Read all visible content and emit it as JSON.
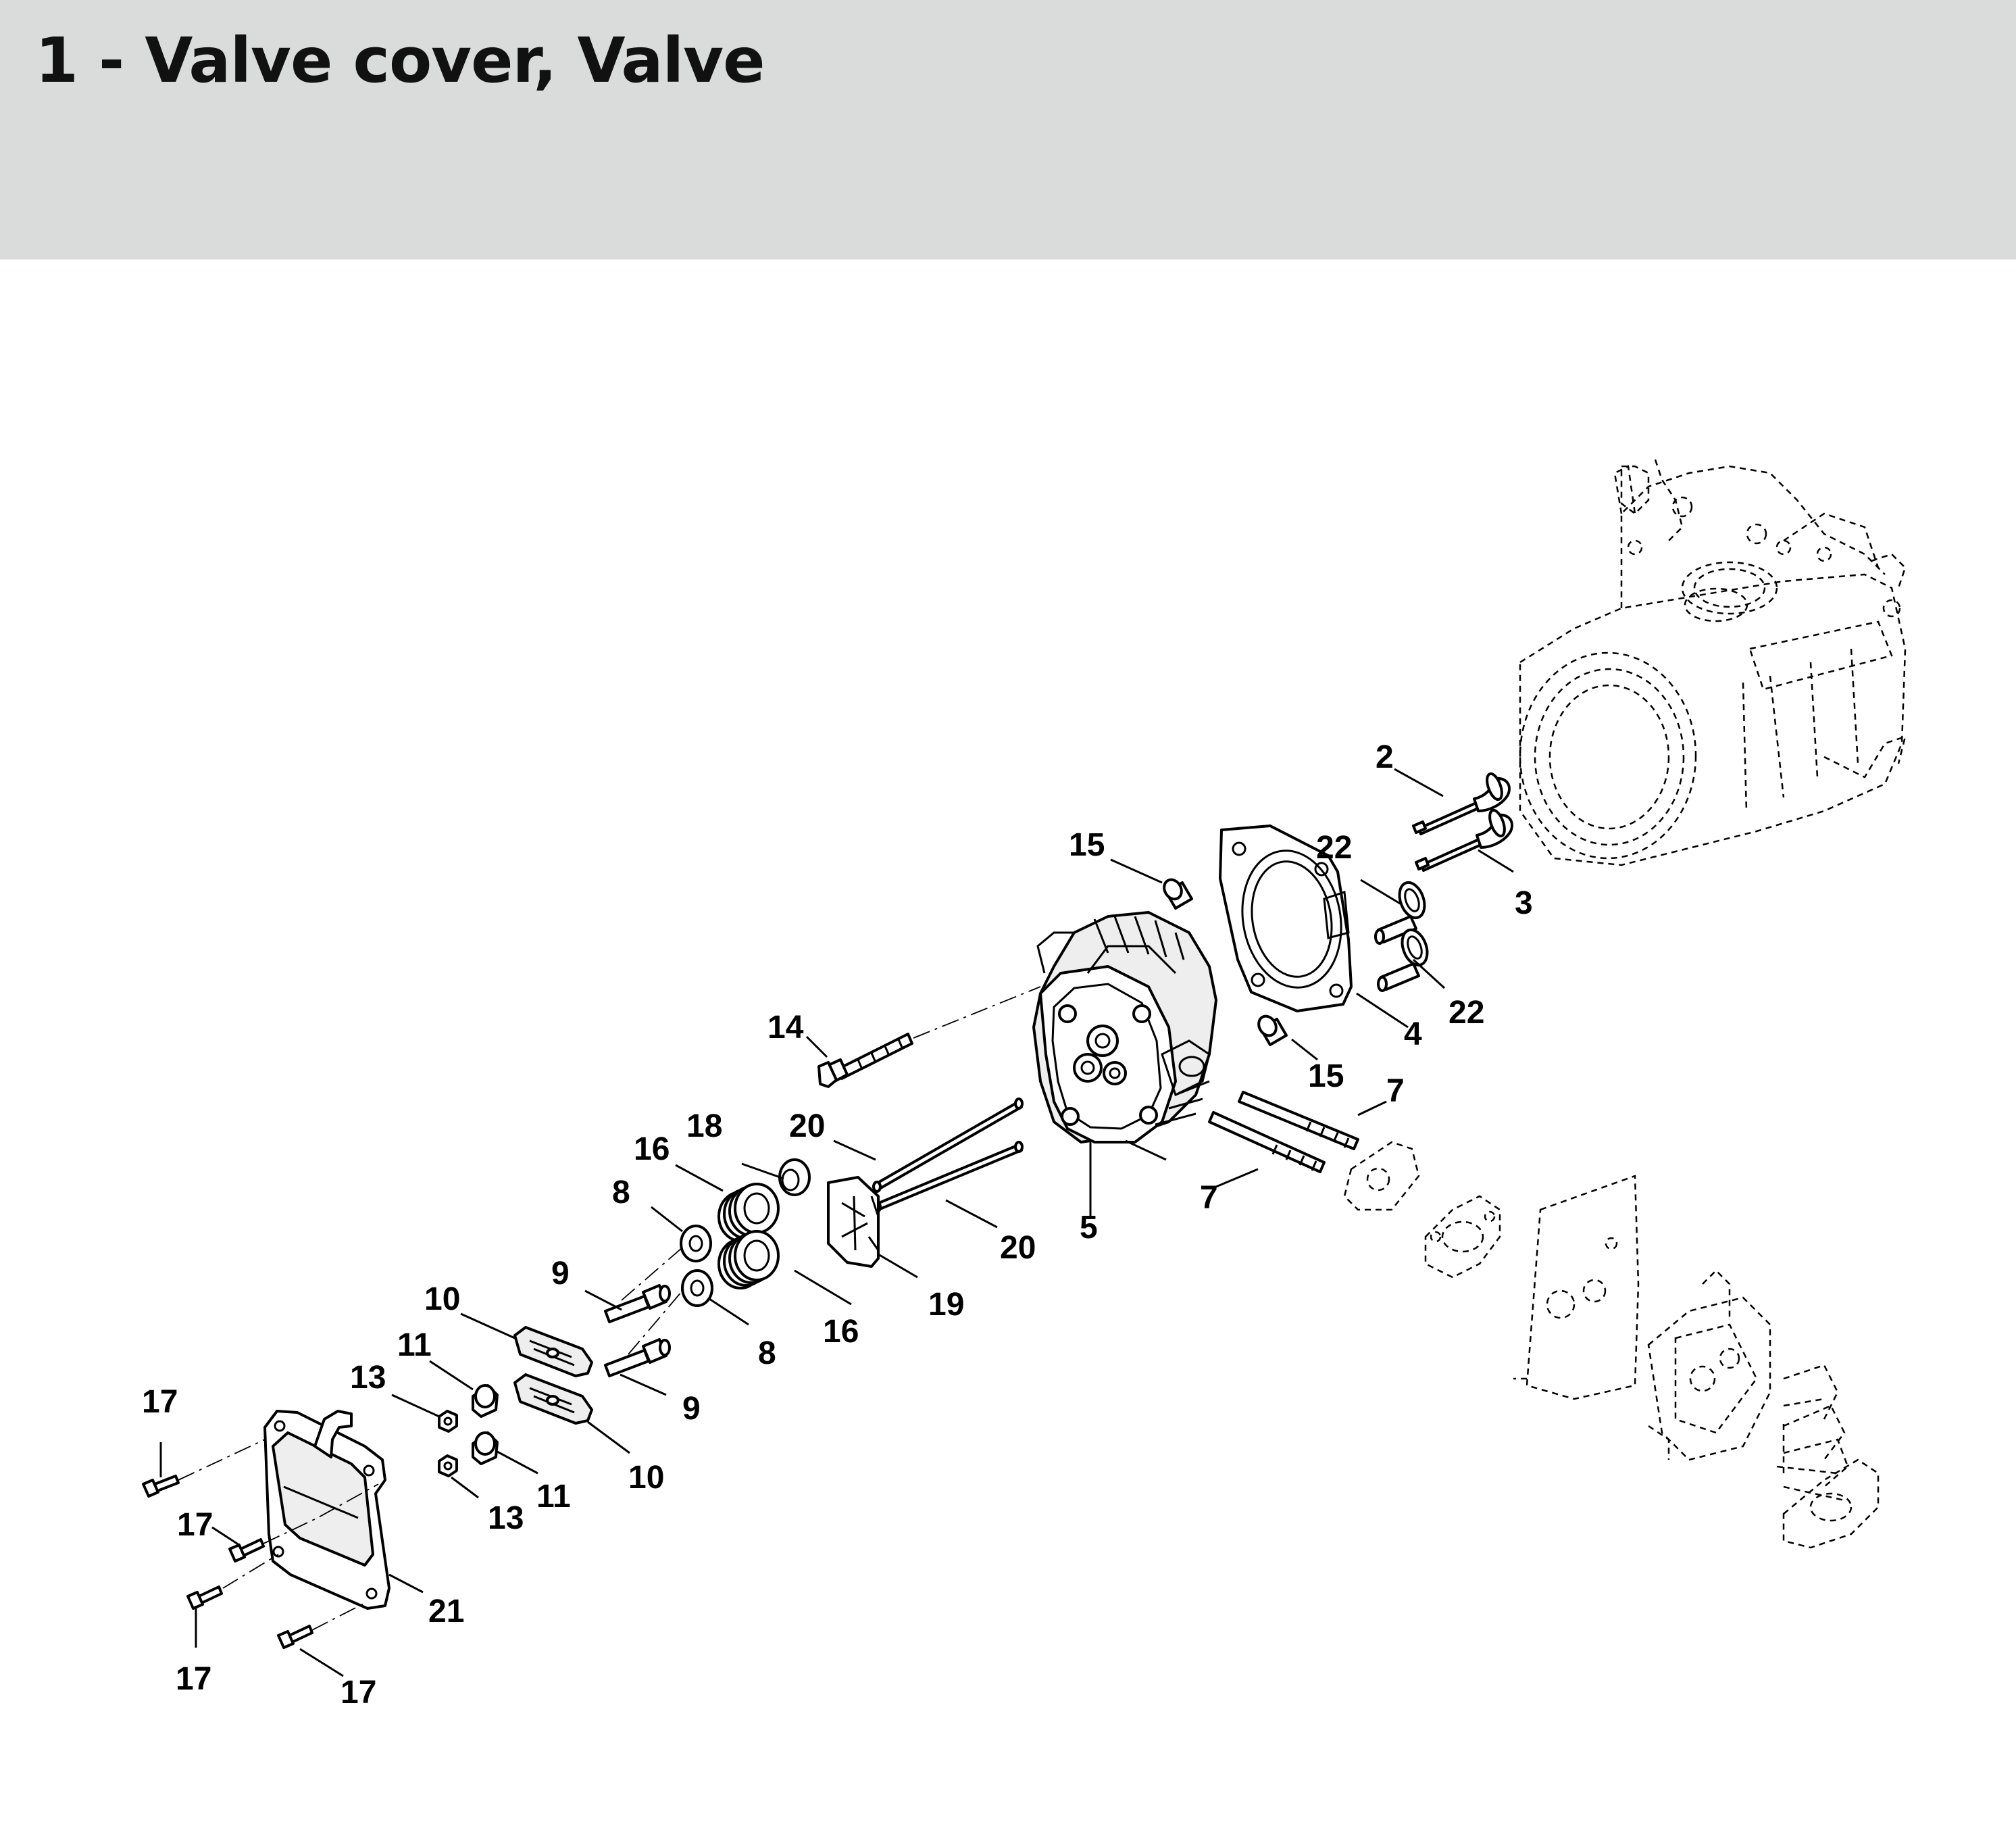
{
  "page": {
    "title": "1 - Valve cover, Valve"
  },
  "callouts": [
    {
      "id": "c2",
      "text": "2"
    },
    {
      "id": "c3",
      "text": "3"
    },
    {
      "id": "c4",
      "text": "4"
    },
    {
      "id": "c5",
      "text": "5"
    },
    {
      "id": "c7a",
      "text": "7"
    },
    {
      "id": "c7b",
      "text": "7"
    },
    {
      "id": "c8a",
      "text": "8"
    },
    {
      "id": "c8b",
      "text": "8"
    },
    {
      "id": "c9a",
      "text": "9"
    },
    {
      "id": "c9b",
      "text": "9"
    },
    {
      "id": "c10a",
      "text": "10"
    },
    {
      "id": "c10b",
      "text": "10"
    },
    {
      "id": "c11a",
      "text": "11"
    },
    {
      "id": "c11b",
      "text": "11"
    },
    {
      "id": "c13a",
      "text": "13"
    },
    {
      "id": "c13b",
      "text": "13"
    },
    {
      "id": "c14",
      "text": "14"
    },
    {
      "id": "c15a",
      "text": "15"
    },
    {
      "id": "c15b",
      "text": "15"
    },
    {
      "id": "c16a",
      "text": "16"
    },
    {
      "id": "c16b",
      "text": "16"
    },
    {
      "id": "c17a",
      "text": "17"
    },
    {
      "id": "c17b",
      "text": "17"
    },
    {
      "id": "c17c",
      "text": "17"
    },
    {
      "id": "c17d",
      "text": "17"
    },
    {
      "id": "c18",
      "text": "18"
    },
    {
      "id": "c19",
      "text": "19"
    },
    {
      "id": "c20a",
      "text": "20"
    },
    {
      "id": "c20b",
      "text": "20"
    },
    {
      "id": "c21",
      "text": "21"
    },
    {
      "id": "c22a",
      "text": "22"
    },
    {
      "id": "c22b",
      "text": "22"
    }
  ]
}
